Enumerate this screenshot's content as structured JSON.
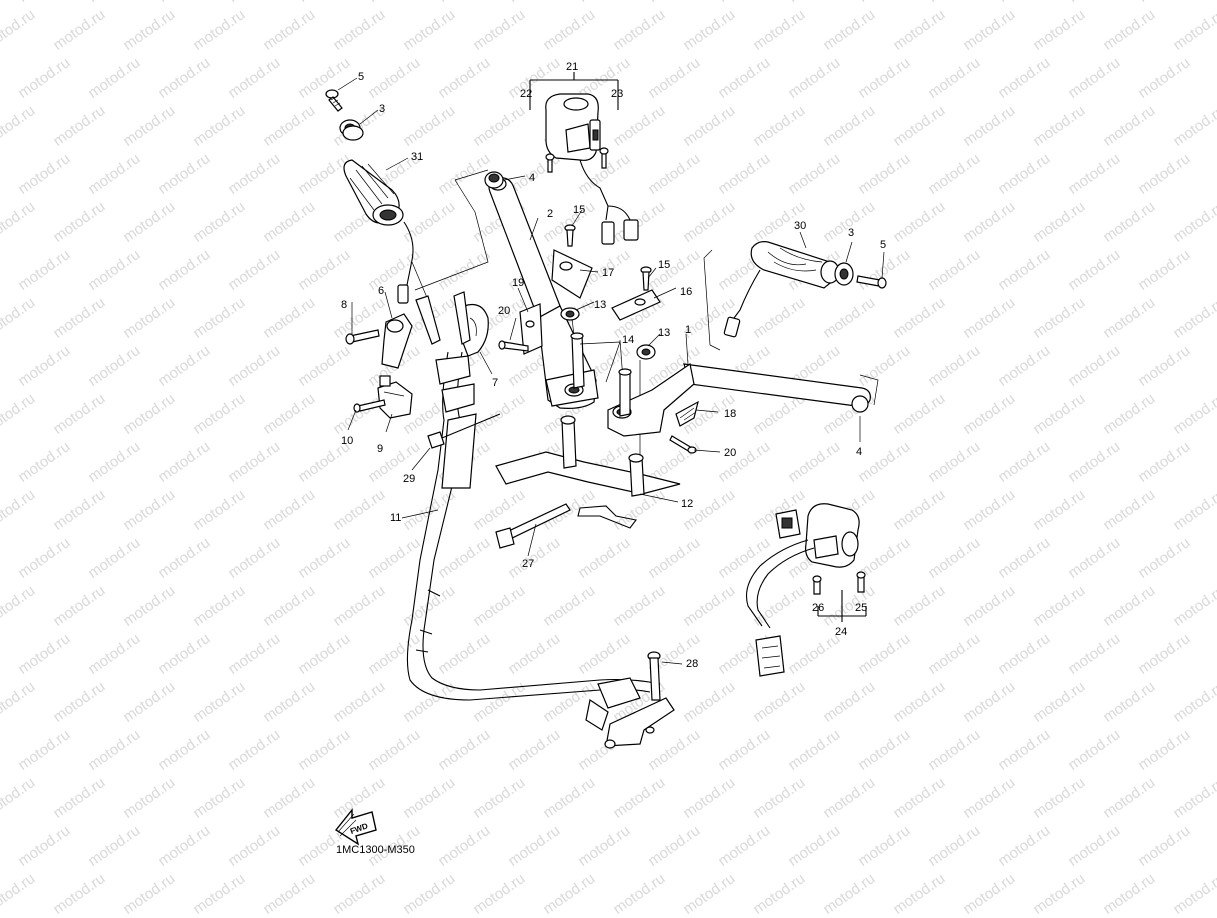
{
  "watermark": {
    "text": "motod.ru"
  },
  "drawing_code": "1MC1300-M350",
  "fwd_label": "FWD",
  "callouts": [
    "1",
    "2",
    "3",
    "3",
    "4",
    "4",
    "5",
    "5",
    "6",
    "7",
    "8",
    "9",
    "10",
    "11",
    "12",
    "13",
    "13",
    "14",
    "15",
    "15",
    "16",
    "17",
    "18",
    "19",
    "20",
    "20",
    "21",
    "22",
    "23",
    "24",
    "25",
    "26",
    "27",
    "28",
    "29",
    "30",
    "31"
  ]
}
